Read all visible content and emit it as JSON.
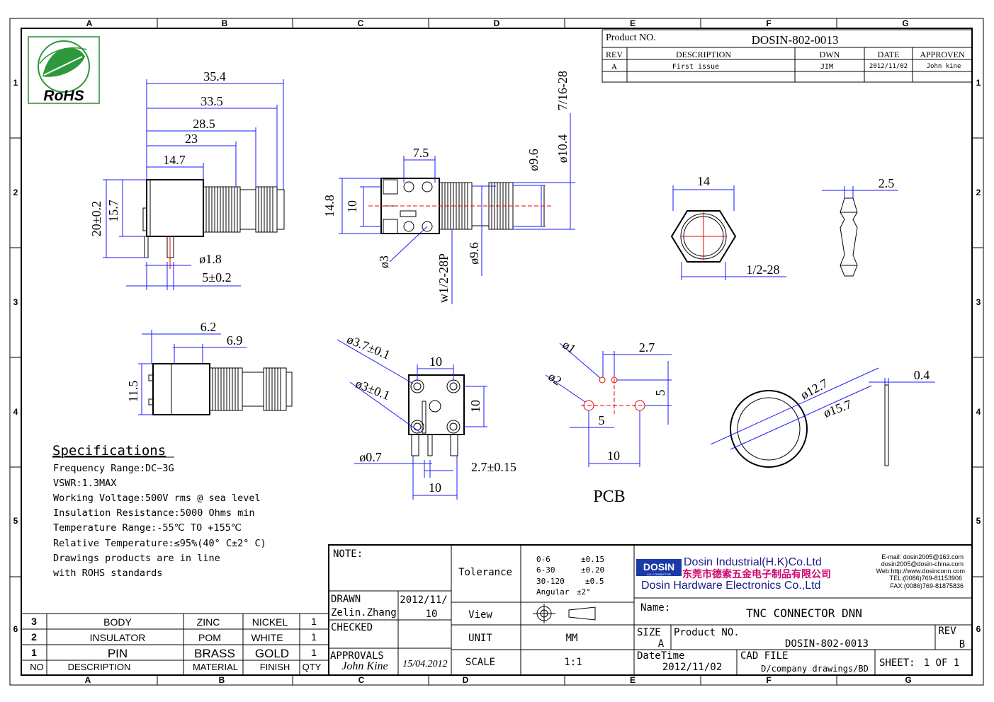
{
  "border": {
    "columns": [
      "A",
      "B",
      "C",
      "D",
      "E",
      "F",
      "G"
    ],
    "rows": [
      "1",
      "2",
      "3",
      "4",
      "5",
      "6"
    ]
  },
  "logo": {
    "text": "RoHS"
  },
  "header_table": {
    "product_no_label": "Product NO.",
    "product_no": "DOSIN-802-0013",
    "columns": [
      "REV",
      "DESCRIPTION",
      "DWN",
      "DATE",
      "APPROVEN"
    ],
    "row": [
      "A",
      "First issue",
      "JIM",
      "2012/11/02",
      "John kine"
    ]
  },
  "dimensions": {
    "side_view": [
      "35.4",
      "33.5",
      "28.5",
      "23",
      "14.7",
      "20±0.2",
      "15.7",
      "ø1.8",
      "5±0.2"
    ],
    "front_view": [
      "7.5",
      "14.8",
      "10",
      "ø3",
      "w1/2-28P",
      "ø9.6",
      "ø9.6",
      "ø10.4",
      "7/16-28"
    ],
    "nut": [
      "14",
      "2.5",
      "1/2-28"
    ],
    "top_view": [
      "6.2",
      "6.9",
      "11.5"
    ],
    "bottom_view": [
      "ø3.7±0.1",
      "ø3±0.1",
      "10",
      "10",
      "ø0.7",
      "2.7±0.15",
      "10"
    ],
    "pcb": [
      "ø1",
      "2.7",
      "ø2",
      "5",
      "5",
      "10"
    ],
    "washer": [
      "ø12.7",
      "ø15.7",
      "0.4"
    ]
  },
  "pcb_label": "PCB",
  "specifications": {
    "title": "Specifications",
    "lines": [
      "Frequency Range:DC~3G",
      "VSWR:1.3MAX",
      "Working Voltage:500V rms @ sea level",
      "Insulation Resistance:5000 Ohms min",
      "Temperature Range:-55℃ TO +155℃",
      "Relative Temperature:≤95%(40° C±2° C)",
      "Drawings products are in line",
      "with ROHS standards"
    ]
  },
  "bom": {
    "headers": [
      "NO",
      "DESCRIPTION",
      "MATERIAL",
      "FINISH",
      "QTY"
    ],
    "rows": [
      [
        "3",
        "BODY",
        "ZINC",
        "NICKEL",
        "1"
      ],
      [
        "2",
        "INSULATOR",
        "POM",
        "WHITE",
        "1"
      ],
      [
        "1",
        "PIN",
        "BRASS",
        "GOLD",
        "1"
      ]
    ]
  },
  "title_block": {
    "note_label": "NOTE:",
    "drawn_label": "DRAWN",
    "drawn_by": "Zelin.Zhang",
    "drawn_date_1": "2012/11/",
    "drawn_date_2": "10",
    "checked_label": "CHECKED",
    "approvals_label": "APPROVALS",
    "approvals_sign": "John Kine",
    "approvals_date": "15/04.2012",
    "tolerance_label": "Tolerance",
    "tolerance_rows": [
      [
        "0-6",
        "±0.15"
      ],
      [
        "6-30",
        "±0.20"
      ],
      [
        "30-120",
        "±0.5"
      ],
      [
        "Angular",
        "±2°"
      ]
    ],
    "view_label": "View",
    "unit_label": "UNIT",
    "unit": "MM",
    "scale_label": "SCALE",
    "scale": "1:1",
    "company_badge": "DOSIN",
    "company_badge_sub": "ALL CONNECTOR",
    "company_en_1": "Dosin Industrial(H.K)Co.Ltd",
    "company_cn": "东莞市德索五金电子制品有限公司",
    "company_en_2": "Dosin Hardware Electronics Co.,Ltd",
    "contact": [
      "E-mail: dosin2005@163.com",
      "dosin2005@dosin-china.com",
      "Web:http://www.dosinconn.com",
      "TEL:(0086)769-81153906",
      "FAX:(0086)769-81875836"
    ],
    "name_label": "Name:",
    "name": "TNC CONNECTOR DNN",
    "size_label": "SIZE",
    "size": "A",
    "product_no_label": "Product NO.",
    "product_no": "DOSIN-802-0013",
    "rev_label": "REV",
    "rev": "B",
    "datetime_label": "DateTime",
    "datetime": "2012/11/02",
    "cad_label": "CAD FILE",
    "cad": "D/company drawings/BD",
    "sheet_label": "SHEET:",
    "sheet": "1 OF 1"
  }
}
